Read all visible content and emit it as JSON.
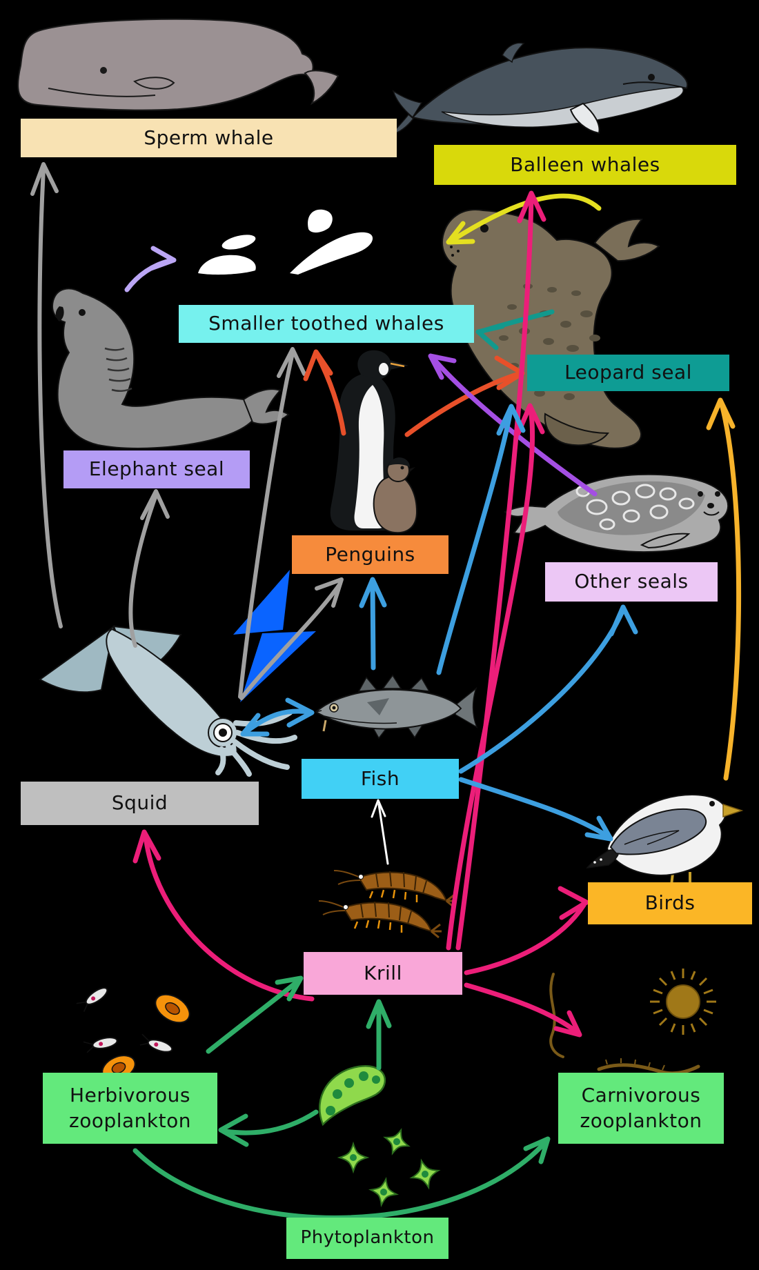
{
  "title": "Antarctic food web diagram",
  "labels": {
    "sperm_whale": "Sperm whale",
    "balleen_whales": "Balleen whales",
    "smaller_toothed_whales": "Smaller toothed whales",
    "leopard_seal": "Leopard seal",
    "elephant_seal": "Elephant seal",
    "penguins": "Penguins",
    "other_seals": "Other seals",
    "squid": "Squid",
    "fish": "Fish",
    "birds": "Birds",
    "krill": "Krill",
    "herbivorous_zooplankton_line1": "Herbivorous",
    "herbivorous_zooplankton_line2": "zooplankton",
    "carnivorous_zooplankton_line1": "Carnivorous",
    "carnivorous_zooplankton_line2": "zooplankton",
    "phytoplankton": "Phytoplankton"
  },
  "colors": {
    "background": "#000000",
    "box_sperm_whale": "#F8E2B3",
    "box_balleen_whales": "#D9D90B",
    "box_smaller_toothed_whales": "#76F1EE",
    "box_leopard_seal": "#0E9C94",
    "box_elephant_seal": "#B49CF5",
    "box_penguins": "#F68B3C",
    "box_other_seals": "#ECC7F5",
    "box_squid": "#BFBFBF",
    "box_fish": "#41D0F5",
    "box_birds": "#FBB626",
    "box_krill": "#F9A7D8",
    "box_zooplankton": "#63E97C",
    "arrow_gray": "#A0A0A0",
    "arrow_pink": "#EC1E79",
    "arrow_blue": "#3D9FE0",
    "arrow_white": "#FFFFFF",
    "arrow_orange_red": "#E8502A",
    "arrow_teal": "#12998D",
    "arrow_lavender": "#BBA6F5",
    "arrow_yellow": "#E4DF20",
    "arrow_gold": "#F7B32B",
    "arrow_purple": "#A44FE3",
    "arrow_green": "#2FAE68",
    "bolt_blue": "#0A64FF"
  },
  "food_web_links": [
    {
      "from": "squid",
      "to": "sperm_whale",
      "color": "gray"
    },
    {
      "from": "squid",
      "to": "elephant_seal",
      "color": "gray"
    },
    {
      "from": "squid",
      "to": "smaller_toothed_whales",
      "color": "gray"
    },
    {
      "from": "squid",
      "to": "penguins",
      "color": "gray"
    },
    {
      "from": "squid",
      "to": "fish",
      "color": "blue",
      "double_headed": true
    },
    {
      "from": "fish",
      "to": "penguins",
      "color": "blue"
    },
    {
      "from": "fish",
      "to": "leopard_seal",
      "color": "blue"
    },
    {
      "from": "fish",
      "to": "other_seals",
      "color": "blue"
    },
    {
      "from": "fish",
      "to": "birds",
      "color": "blue"
    },
    {
      "from": "krill",
      "to": "fish",
      "color": "white"
    },
    {
      "from": "krill",
      "to": "squid",
      "color": "pink"
    },
    {
      "from": "krill",
      "to": "balleen_whales",
      "color": "pink"
    },
    {
      "from": "krill",
      "to": "leopard_seal",
      "color": "pink"
    },
    {
      "from": "krill",
      "to": "birds",
      "color": "pink"
    },
    {
      "from": "krill",
      "to": "carnivorous_zooplankton",
      "color": "pink"
    },
    {
      "from": "penguins",
      "to": "smaller_toothed_whales",
      "color": "orange_red"
    },
    {
      "from": "penguins",
      "to": "leopard_seal",
      "color": "orange_red"
    },
    {
      "from": "leopard_seal",
      "to": "smaller_toothed_whales",
      "color": "teal"
    },
    {
      "from": "leopard_seal",
      "to": "killer_whale",
      "color": "yellow"
    },
    {
      "from": "elephant_seal",
      "to": "killer_whale",
      "color": "lavender"
    },
    {
      "from": "birds",
      "to": "leopard_seal",
      "color": "gold"
    },
    {
      "from": "other_seals",
      "to": "smaller_toothed_whales",
      "color": "purple"
    },
    {
      "from": "herbivorous_zooplankton",
      "to": "krill",
      "color": "green"
    },
    {
      "from": "phytoplankton",
      "to": "krill",
      "color": "green"
    },
    {
      "from": "phytoplankton",
      "to": "herbivorous_zooplankton",
      "color": "green"
    },
    {
      "from": "herbivorous_zooplankton",
      "to": "carnivorous_zooplankton",
      "color": "green"
    }
  ]
}
